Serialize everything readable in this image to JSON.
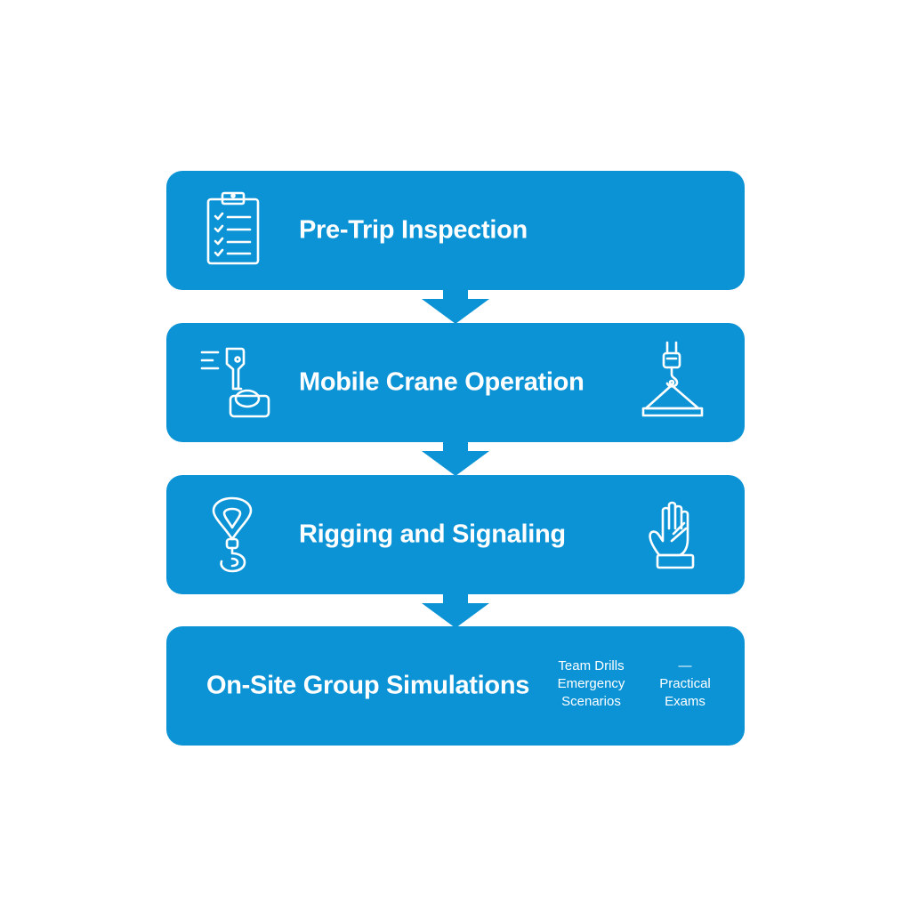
{
  "diagram": {
    "colors": {
      "step_fill": "#0c93d6",
      "text": "#ffffff",
      "background": "#ffffff"
    },
    "steps": [
      {
        "title": "Pre-Trip Inspection",
        "icons": [
          "clipboard-checklist-icon"
        ]
      },
      {
        "title": "Mobile Crane Operation",
        "icons": [
          "joystick-control-icon",
          "lifted-load-hook-icon"
        ]
      },
      {
        "title": "Rigging and Signaling",
        "icons": [
          "rigging-hook-icon",
          "glove-hand-signal-icon"
        ]
      },
      {
        "title": "On-Site Group Simulations",
        "notes_left": [
          "Team Drills",
          "Emergency",
          "Scenarios"
        ],
        "notes_right": [
          "—",
          "Practical",
          "Exams"
        ]
      }
    ],
    "connectors": [
      "arrow-down-icon",
      "arrow-down-icon",
      "arrow-down-icon"
    ]
  }
}
